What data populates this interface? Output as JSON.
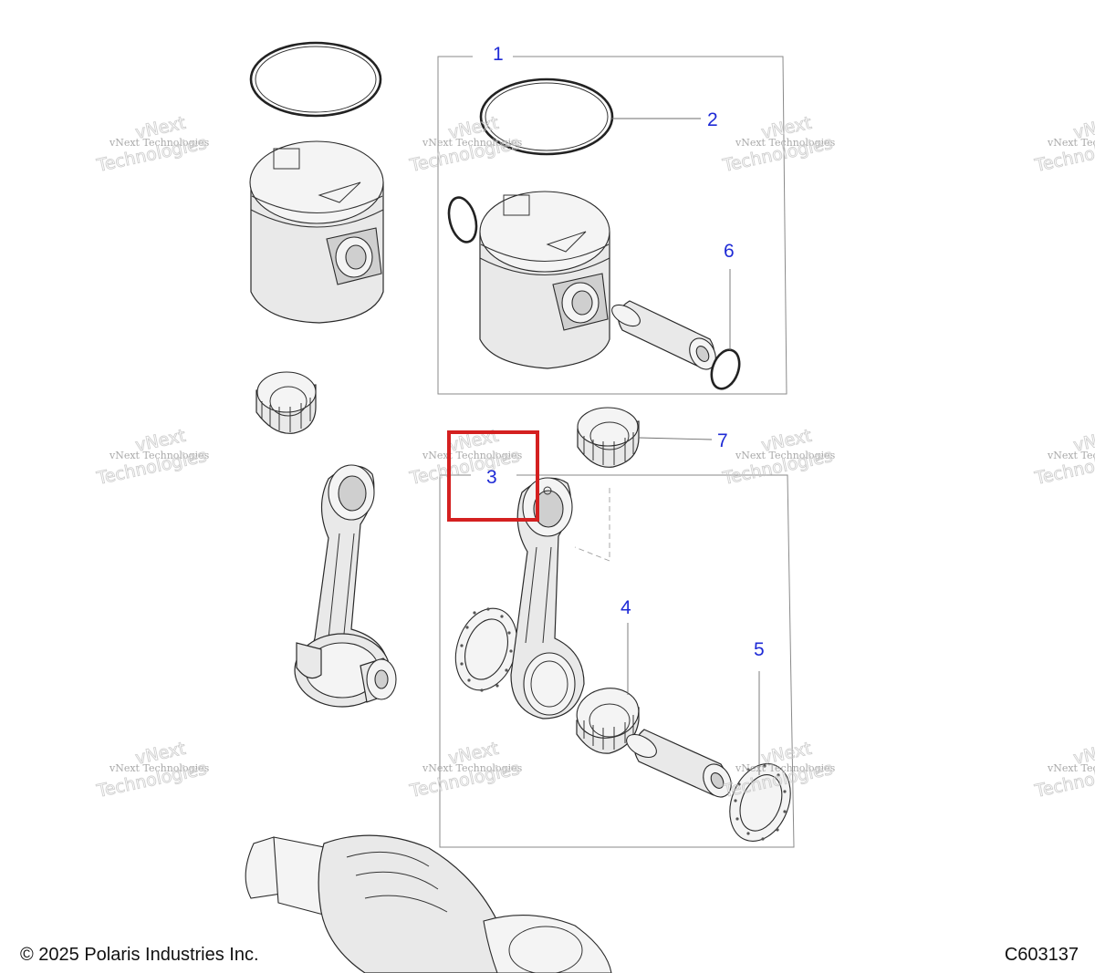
{
  "callouts": [
    {
      "number": "1",
      "part": "piston-kit"
    },
    {
      "number": "2",
      "part": "piston-ring"
    },
    {
      "number": "3",
      "part": "connecting-rod-kit"
    },
    {
      "number": "4",
      "part": "needle-bearing"
    },
    {
      "number": "5",
      "part": "thrust-washer"
    },
    {
      "number": "6",
      "part": "wrist-pin-clip"
    },
    {
      "number": "7",
      "part": "small-end-bearing"
    }
  ],
  "highlight": {
    "callout": "3",
    "color": "#d42020"
  },
  "watermark": {
    "line1": "vNext Technologies",
    "line2": "vNext",
    "line3": "Technologies"
  },
  "footer": {
    "copyright": "© 2025 Polaris Industries Inc.",
    "figure_id": "C603137"
  },
  "colors": {
    "callout": "#1f2bd6",
    "line": "#2a2a2a",
    "part_fill": "#e9e9e9"
  }
}
